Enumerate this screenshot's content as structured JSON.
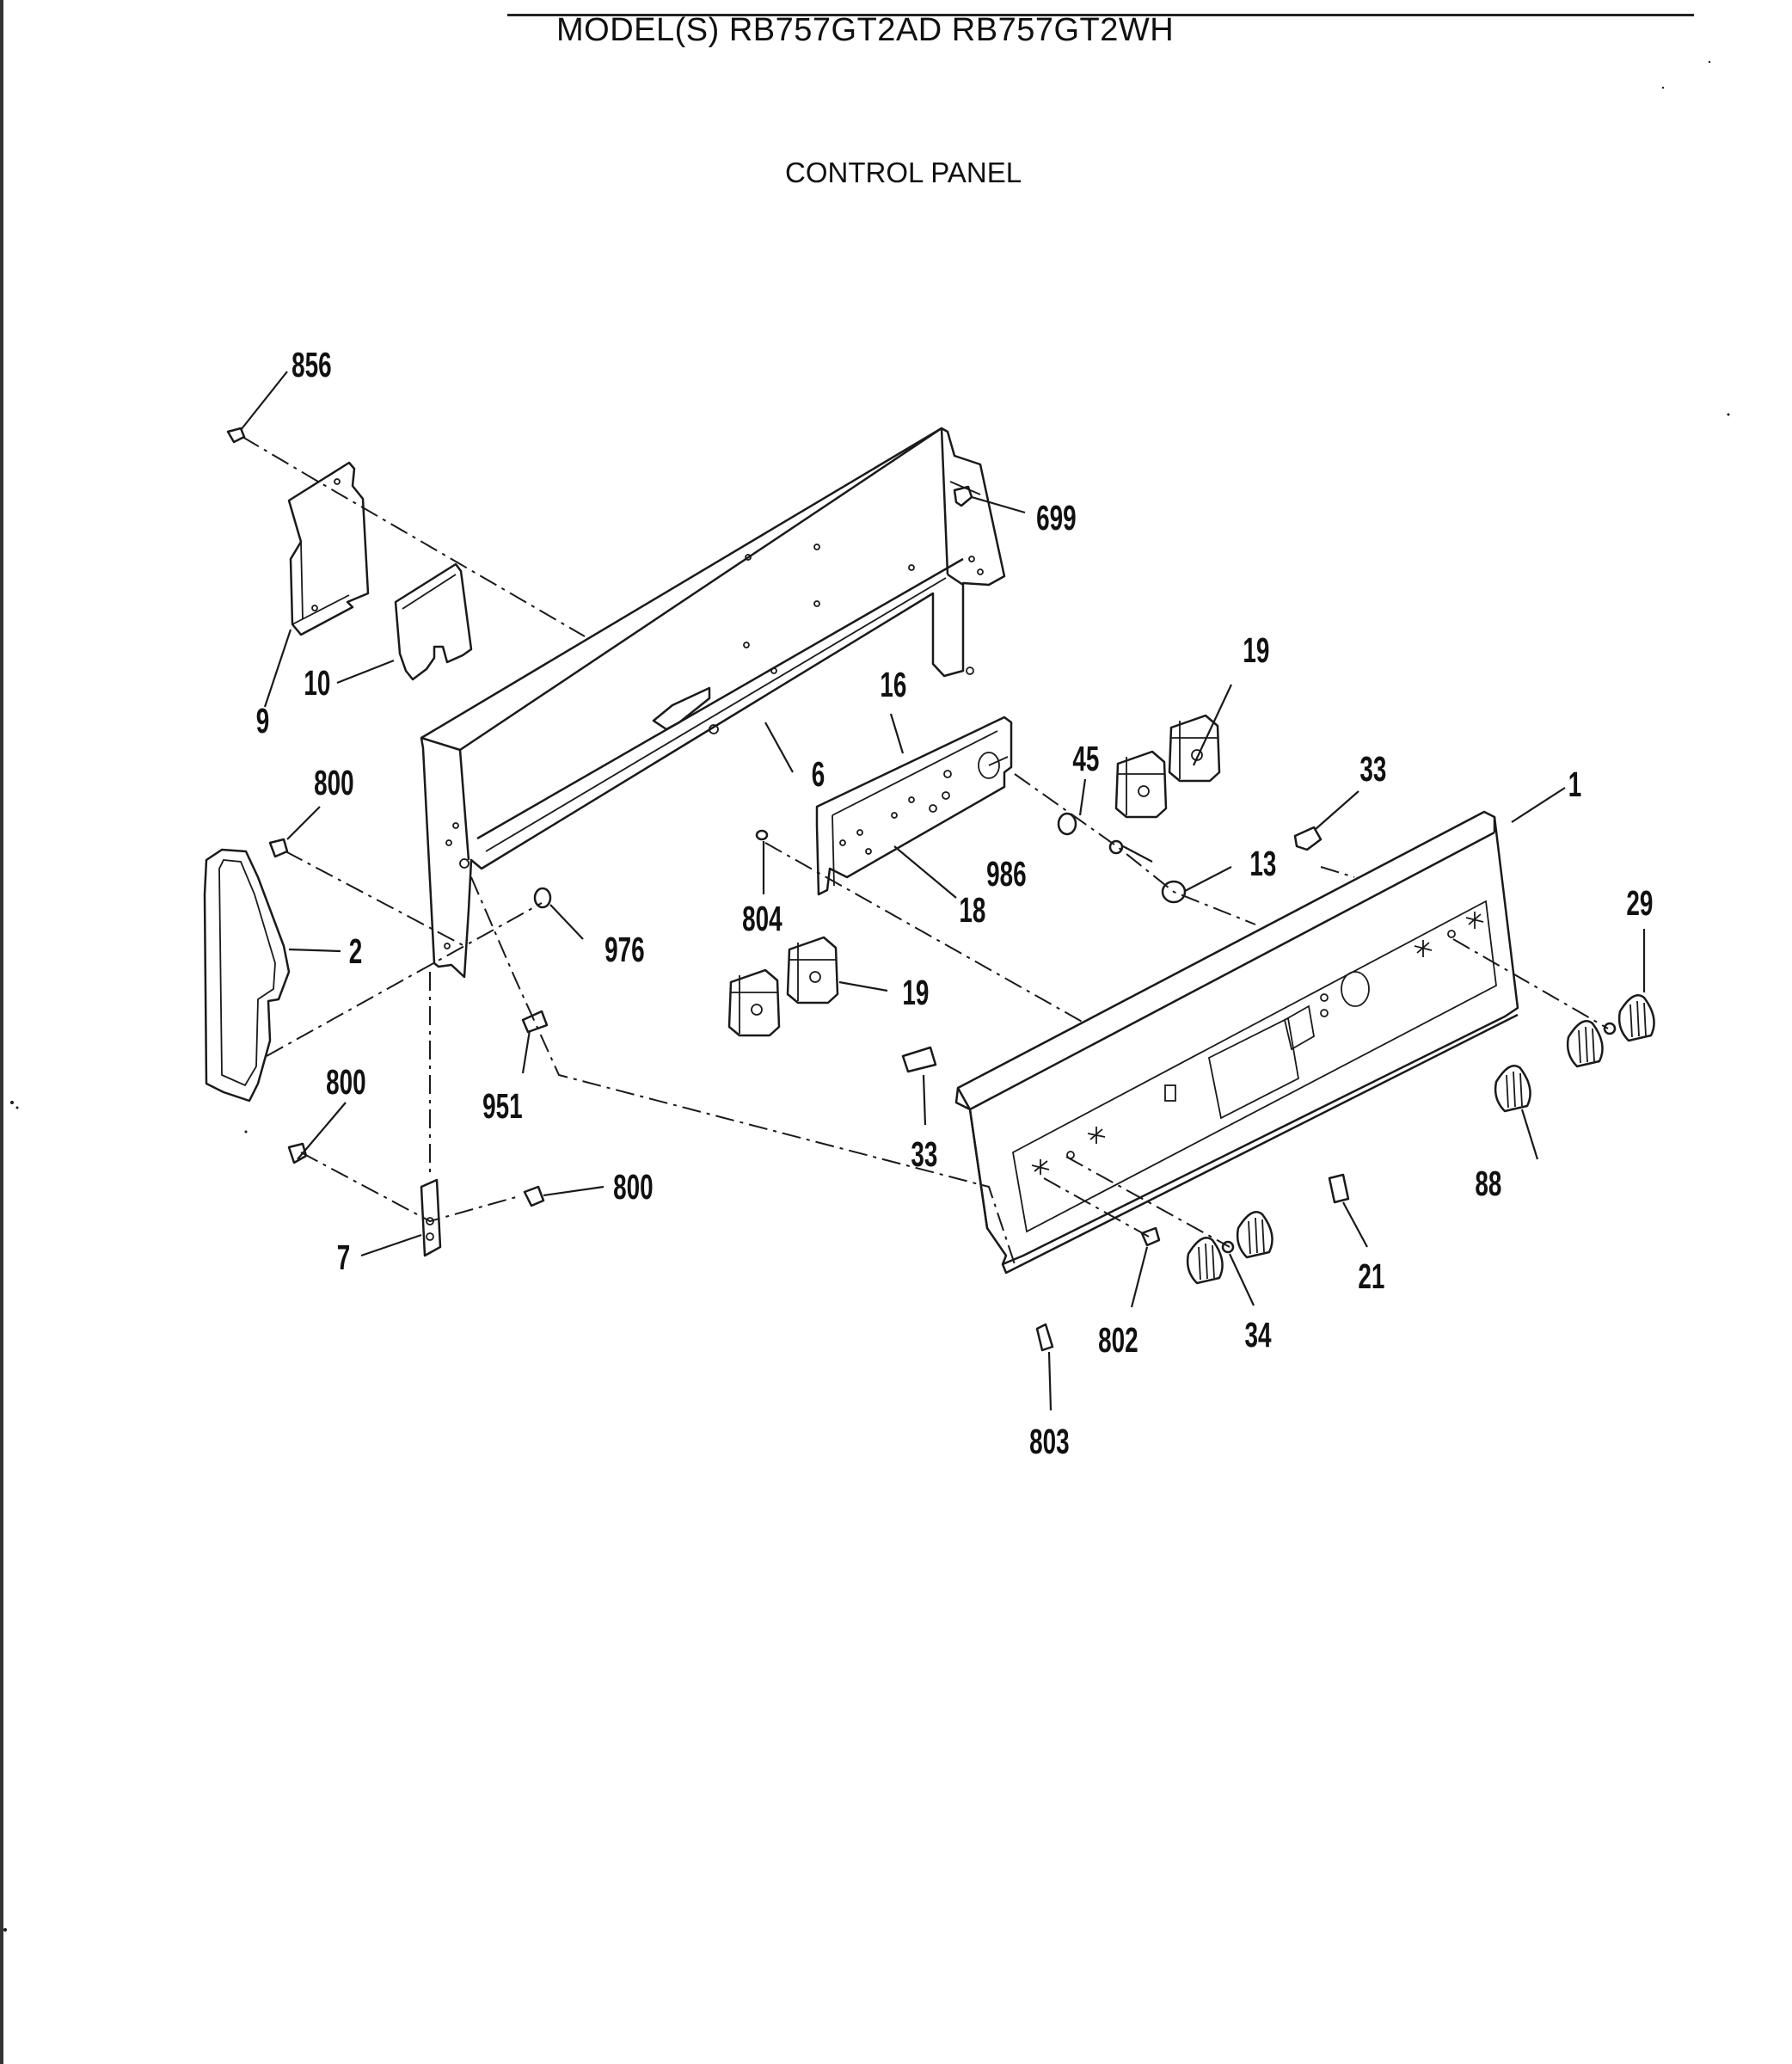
{
  "header": {
    "model_title": "MODEL(S) RB757GT2AD  RB757GT2WH",
    "section_title": "CONTROL PANEL"
  },
  "callouts": [
    "856",
    "699",
    "9",
    "10",
    "6",
    "16",
    "19",
    "45",
    "33",
    "1",
    "800",
    "2",
    "976",
    "804",
    "18",
    "986",
    "13",
    "29",
    "19",
    "951",
    "33",
    "88",
    "800",
    "800",
    "7",
    "21",
    "802",
    "34",
    "803"
  ]
}
